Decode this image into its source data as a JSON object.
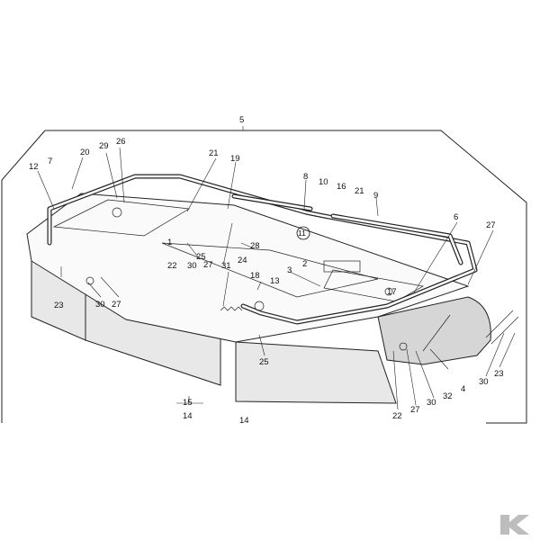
{
  "diagram": {
    "callouts": [
      {
        "id": "c5",
        "text": "5"
      },
      {
        "id": "c7",
        "text": "7"
      },
      {
        "id": "c20",
        "text": "20"
      },
      {
        "id": "c29",
        "text": "29"
      },
      {
        "id": "c26",
        "text": "26"
      },
      {
        "id": "c12",
        "text": "12"
      },
      {
        "id": "c21a",
        "text": "21"
      },
      {
        "id": "c19",
        "text": "19"
      },
      {
        "id": "c8",
        "text": "8"
      },
      {
        "id": "c10",
        "text": "10"
      },
      {
        "id": "c16",
        "text": "16"
      },
      {
        "id": "c21b",
        "text": "21"
      },
      {
        "id": "c9",
        "text": "9"
      },
      {
        "id": "c11",
        "text": "11"
      },
      {
        "id": "c6",
        "text": "6"
      },
      {
        "id": "c27a",
        "text": "27"
      },
      {
        "id": "c1",
        "text": "1"
      },
      {
        "id": "c25a",
        "text": "25"
      },
      {
        "id": "c28",
        "text": "28"
      },
      {
        "id": "c22a",
        "text": "22"
      },
      {
        "id": "c30a",
        "text": "30"
      },
      {
        "id": "c27b",
        "text": "27"
      },
      {
        "id": "c24",
        "text": "24"
      },
      {
        "id": "c31",
        "text": "31"
      },
      {
        "id": "c2",
        "text": "2"
      },
      {
        "id": "c3",
        "text": "3"
      },
      {
        "id": "c18",
        "text": "18"
      },
      {
        "id": "c13",
        "text": "13"
      },
      {
        "id": "c17",
        "text": "17"
      },
      {
        "id": "c23a",
        "text": "23"
      },
      {
        "id": "c30b",
        "text": "30"
      },
      {
        "id": "c27c",
        "text": "27"
      },
      {
        "id": "c25b",
        "text": "25"
      },
      {
        "id": "c15",
        "text": "15"
      },
      {
        "id": "c14a",
        "text": "14"
      },
      {
        "id": "c14b",
        "text": "14"
      },
      {
        "id": "c22b",
        "text": "22"
      },
      {
        "id": "c27d",
        "text": "27"
      },
      {
        "id": "c30c",
        "text": "30"
      },
      {
        "id": "c32",
        "text": "32"
      },
      {
        "id": "c4",
        "text": "4"
      },
      {
        "id": "c30d",
        "text": "30"
      },
      {
        "id": "c23b",
        "text": "23"
      }
    ]
  }
}
